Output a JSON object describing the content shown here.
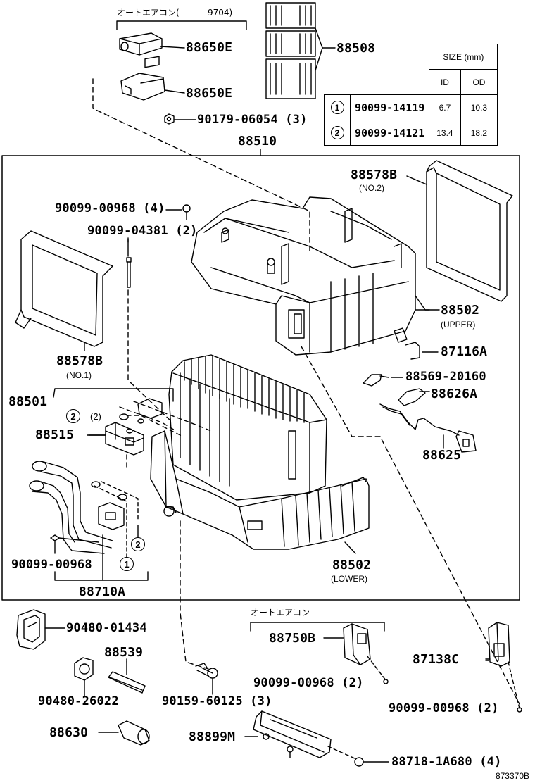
{
  "notes": {
    "auto_ac_top": "オートエアコン(",
    "auto_ac_top_range": "-9704)",
    "auto_ac_bottom": "オートエアコン"
  },
  "size_table": {
    "header": "SIZE (mm)",
    "col_id": "ID",
    "col_od": "OD",
    "rows": [
      {
        "mark": "1",
        "part": "90099-14119",
        "id": "6.7",
        "od": "10.3"
      },
      {
        "mark": "2",
        "part": "90099-14121",
        "id": "13.4",
        "od": "18.2"
      }
    ]
  },
  "parts": {
    "p88650E_a": "88650E",
    "p88650E_b": "88650E",
    "p90179": "90179-06054 (3)",
    "p88508": "88508",
    "p88510": "88510",
    "p88578B_no2": "88578B",
    "p88578B_no2_sub": "(NO.2)",
    "p90099_00968_4": "90099-00968 (4)",
    "p90099_04381": "90099-04381 (2)",
    "p88578B_no1": "88578B",
    "p88578B_no1_sub": "(NO.1)",
    "p88502_upper": "88502",
    "p88502_upper_sub": "(UPPER)",
    "p87116A": "87116A",
    "p88569": "88569-20160",
    "p88626A": "88626A",
    "p88501": "88501",
    "p2_qty": "(2)",
    "p88515": "88515",
    "p88625": "88625",
    "p90099_00968_left": "90099-00968",
    "p88502_lower": "88502",
    "p88502_lower_sub": "(LOWER)",
    "p88710A": "88710A",
    "p90480_01434": "90480-01434",
    "p88539": "88539",
    "p90480_26022": "90480-26022",
    "p90159": "90159-60125 (3)",
    "p88750B": "88750B",
    "p90099_00968_2a": "90099-00968 (2)",
    "p87138C": "87138C",
    "p90099_00968_2b": "90099-00968 (2)",
    "p88630": "88630",
    "p88899M": "88899M",
    "p88718": "88718-1A680 (4)",
    "circle_1": "1",
    "circle_2": "2"
  },
  "diagram_code": "873370B"
}
